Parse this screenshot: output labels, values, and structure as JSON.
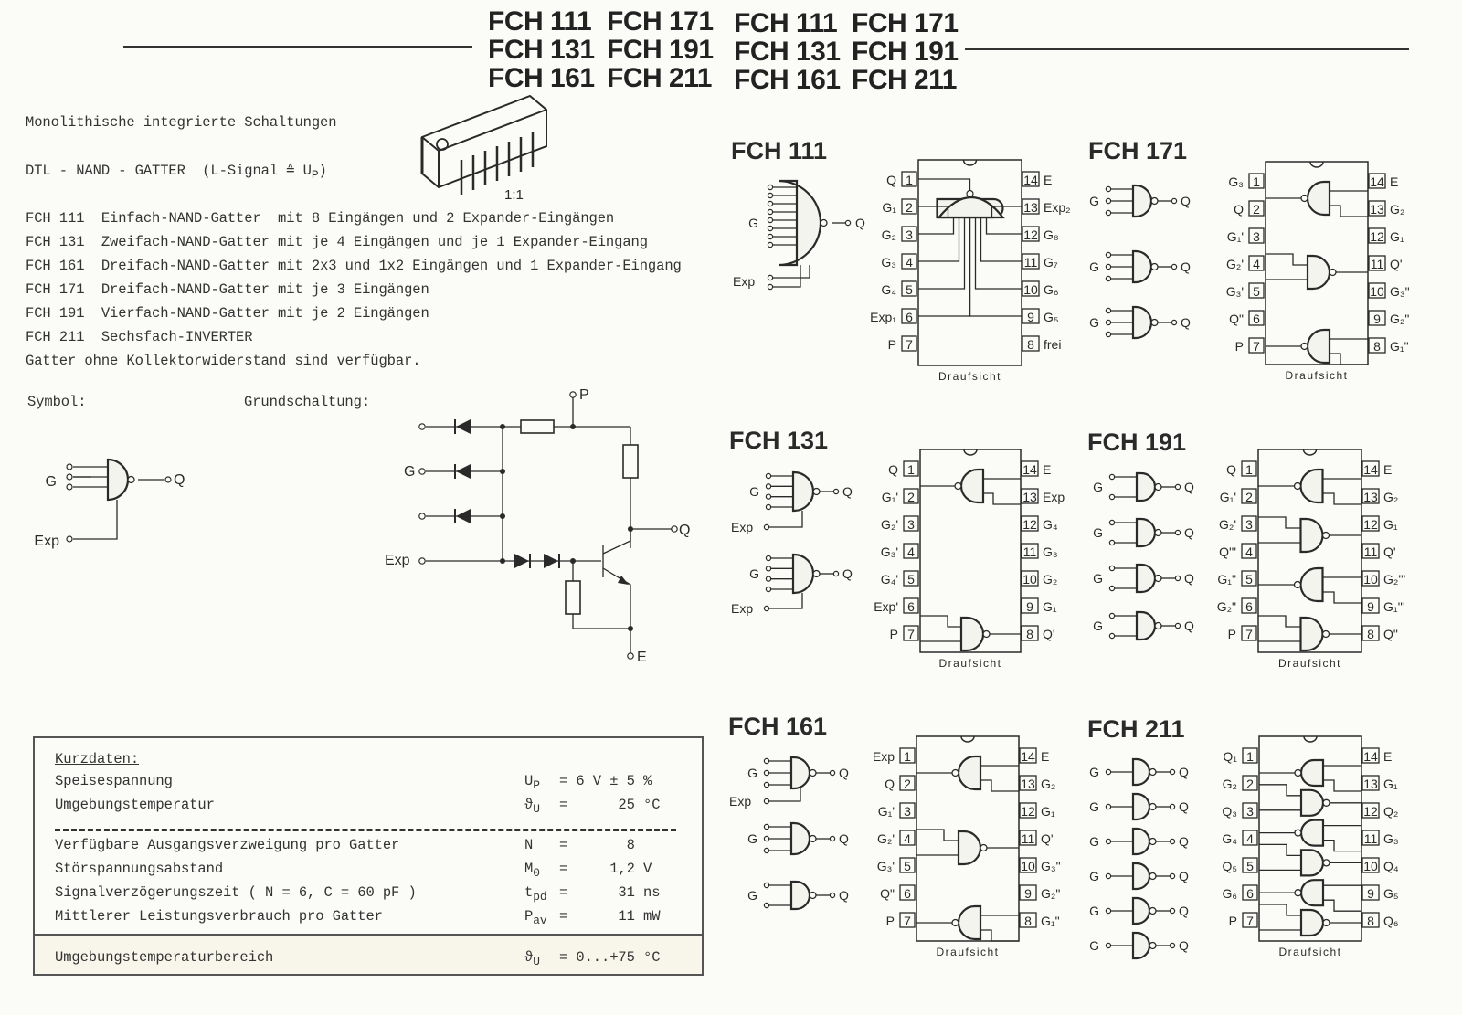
{
  "header": {
    "left": [
      "FCH 111",
      "FCH 131",
      "FCH 161",
      "FCH 171",
      "FCH 191",
      "FCH 211"
    ],
    "right": [
      "FCH 111",
      "FCH 131",
      "FCH 161",
      "FCH 171",
      "FCH 191",
      "FCH 211"
    ]
  },
  "intro": {
    "line1": "Monolithische integrierte Schaltungen",
    "line2": "DTL - NAND - GATTER  (L-Signal ≙ U",
    "line2_sub": "P",
    "line2_end": ")",
    "scale": "1:1"
  },
  "types": [
    {
      "code": "FCH 111",
      "desc": "Einfach-NAND-Gatter  mit 8 Eingängen und 2 Expander-Eingängen"
    },
    {
      "code": "FCH 131",
      "desc": "Zweifach-NAND-Gatter mit je 4 Eingängen und je 1 Expander-Eingang"
    },
    {
      "code": "FCH 161",
      "desc": "Dreifach-NAND-Gatter mit 2x3 und 1x2 Eingängen und 1 Expander-Eingang"
    },
    {
      "code": "FCH 171",
      "desc": "Dreifach-NAND-Gatter mit je 3 Eingängen"
    },
    {
      "code": "FCH 191",
      "desc": "Vierfach-NAND-Gatter mit je 2 Eingängen"
    },
    {
      "code": "FCH 211",
      "desc": "Sechsfach-INVERTER"
    }
  ],
  "note": "Gatter ohne Kollektorwiderstand sind verfügbar.",
  "symbol": {
    "heading": "Symbol:",
    "g": "G",
    "q": "Q",
    "exp": "Exp"
  },
  "circuit": {
    "heading": "Grundschaltung:",
    "p": "P",
    "g": "G",
    "exp": "Exp",
    "q": "Q",
    "e": "E"
  },
  "kurzdaten": {
    "heading": "Kurzdaten:",
    "rows": [
      {
        "label": "Speisespannung",
        "sym": "U",
        "sub": "P",
        "value": "= 6 V ± 5 %"
      },
      {
        "label": "Umgebungstemperatur",
        "sym": "ϑ",
        "sub": "U",
        "value": "=      25 °C"
      },
      {
        "label": "Verfügbare Ausgangsverzweigung pro Gatter",
        "sym": "N",
        "sub": "",
        "value": "=       8"
      },
      {
        "label": "Störspannungsabstand",
        "sym": "M",
        "sub": "0",
        "value": "=     1,2 V"
      },
      {
        "label": "Signalverzögerungszeit ( N = 6, C = 60 pF )",
        "sym": "t",
        "sub": "pd",
        "value": "=      31 ns"
      },
      {
        "label": "Mittlerer Leistungsverbrauch pro Gatter",
        "sym": "P",
        "sub": "av",
        "value": "=      11 mW"
      }
    ],
    "footer": {
      "label": "Umgebungstemperaturbereich",
      "sym": "ϑ",
      "sub": "U",
      "value": "= 0...+75 °C"
    }
  },
  "chips": [
    {
      "title": "FCH 111",
      "view": "Draufsicht",
      "g": "G",
      "q": "Q",
      "exp": "Exp",
      "left": [
        "Q",
        "G₁",
        "G₂",
        "G₃",
        "G₄",
        "Exp₁",
        "P"
      ],
      "right": [
        "E",
        "Exp₂",
        "G₈",
        "G₇",
        "G₆",
        "G₅",
        "frei"
      ]
    },
    {
      "title": "FCH 171",
      "view": "Draufsicht",
      "g": "G",
      "q": "Q",
      "exp": "",
      "left": [
        "G₃",
        "Q",
        "G₁'",
        "G₂'",
        "G₃'",
        "Q\"",
        "P"
      ],
      "right": [
        "E",
        "G₂",
        "G₁",
        "Q'",
        "G₃\"",
        "G₂\"",
        "G₁\""
      ]
    },
    {
      "title": "FCH 131",
      "view": "Draufsicht",
      "g": "G",
      "q": "Q",
      "exp": "Exp",
      "left": [
        "Q",
        "G₁'",
        "G₂'",
        "G₃'",
        "G₄'",
        "Exp'",
        "P"
      ],
      "right": [
        "E",
        "Exp",
        "G₄",
        "G₃",
        "G₂",
        "G₁",
        "Q'"
      ]
    },
    {
      "title": "FCH 191",
      "view": "Draufsicht",
      "g": "G",
      "q": "Q",
      "exp": "",
      "left": [
        "Q",
        "G₁'",
        "G₂'",
        "Q'''",
        "G₁\"",
        "G₂\"",
        "P"
      ],
      "right": [
        "E",
        "G₂",
        "G₁",
        "Q'",
        "G₂'''",
        "G₁'''",
        "Q\""
      ]
    },
    {
      "title": "FCH 161",
      "view": "Draufsicht",
      "g": "G",
      "q": "Q",
      "exp": "Exp",
      "left": [
        "Exp",
        "Q",
        "G₁'",
        "G₂'",
        "G₃'",
        "Q\"",
        "P"
      ],
      "right": [
        "E",
        "G₂",
        "G₁",
        "Q'",
        "G₃\"",
        "G₂\"",
        "G₁\""
      ]
    },
    {
      "title": "FCH 211",
      "view": "Draufsicht",
      "g": "G",
      "q": "Q",
      "exp": "",
      "left": [
        "Q₁",
        "G₂",
        "Q₃",
        "G₄",
        "Q₅",
        "G₆",
        "P"
      ],
      "right": [
        "E",
        "G₁",
        "Q₂",
        "G₃",
        "Q₄",
        "G₅",
        "Q₆"
      ]
    }
  ]
}
